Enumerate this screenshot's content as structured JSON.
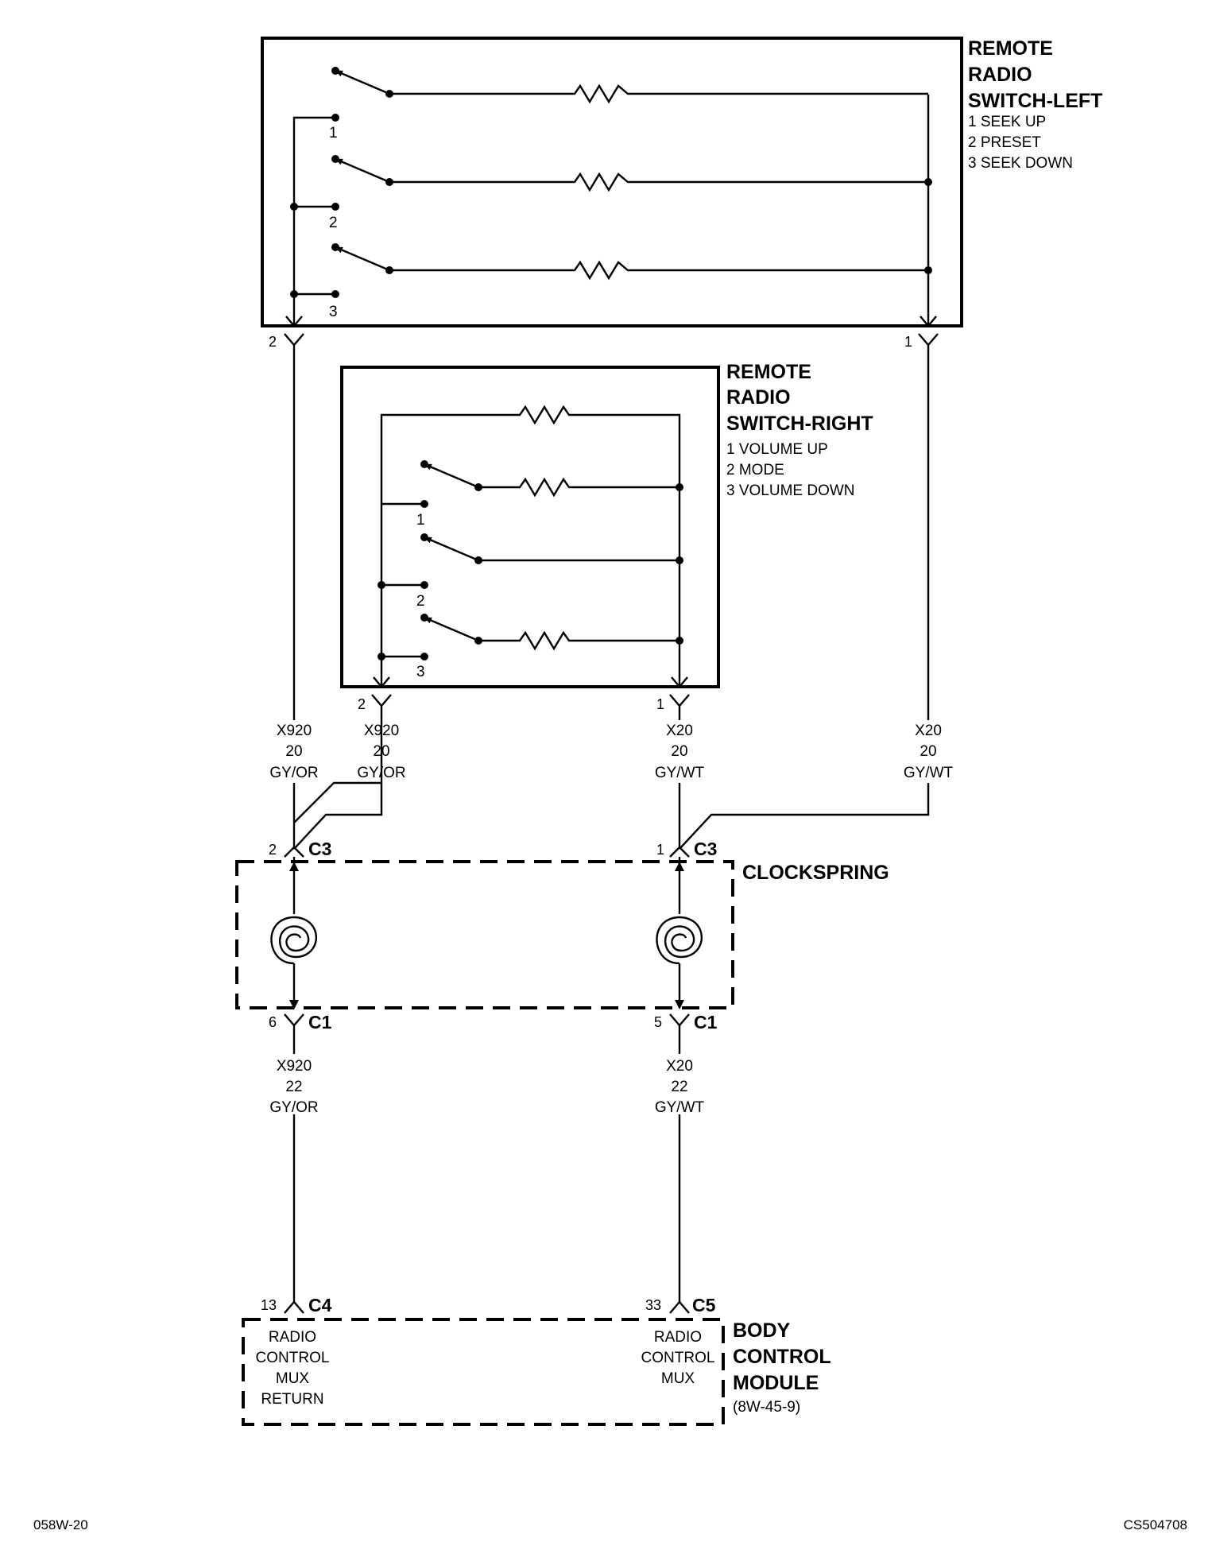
{
  "left_switch": {
    "title": [
      "REMOTE",
      "RADIO",
      "SWITCH-LEFT"
    ],
    "functions": [
      "1 SEEK UP",
      "2 PRESET",
      "3 SEEK DOWN"
    ],
    "pos_labels": [
      "1",
      "2",
      "3"
    ],
    "pin_left": "2",
    "pin_right": "1"
  },
  "right_switch": {
    "title": [
      "REMOTE",
      "RADIO",
      "SWITCH-RIGHT"
    ],
    "functions": [
      "1 VOLUME UP",
      "2 MODE",
      "3 VOLUME DOWN"
    ],
    "pos_labels": [
      "1",
      "2",
      "3"
    ],
    "pin_left": "2",
    "pin_right": "1"
  },
  "wires_upper": [
    {
      "circuit": "X920",
      "gauge": "20",
      "color": "GY/OR"
    },
    {
      "circuit": "X920",
      "gauge": "20",
      "color": "GY/OR"
    },
    {
      "circuit": "X20",
      "gauge": "20",
      "color": "GY/WT"
    },
    {
      "circuit": "X20",
      "gauge": "20",
      "color": "GY/WT"
    }
  ],
  "clockspring": {
    "title": "CLOCKSPRING",
    "top_left": {
      "pin": "2",
      "connector": "C3"
    },
    "top_right": {
      "pin": "1",
      "connector": "C3"
    },
    "bottom_left": {
      "pin": "6",
      "connector": "C1"
    },
    "bottom_right": {
      "pin": "5",
      "connector": "C1"
    }
  },
  "wires_lower": [
    {
      "circuit": "X920",
      "gauge": "22",
      "color": "GY/OR"
    },
    {
      "circuit": "X20",
      "gauge": "22",
      "color": "GY/WT"
    }
  ],
  "bcm": {
    "title": [
      "BODY",
      "CONTROL",
      "MODULE"
    ],
    "ref": "(8W-45-9)",
    "left": {
      "pin": "13",
      "connector": "C4",
      "label": [
        "RADIO",
        "CONTROL",
        "MUX",
        "RETURN"
      ]
    },
    "right": {
      "pin": "33",
      "connector": "C5",
      "label": [
        "RADIO",
        "CONTROL",
        "MUX"
      ]
    }
  },
  "footer": {
    "left": "058W-20",
    "right": "CS504708"
  }
}
